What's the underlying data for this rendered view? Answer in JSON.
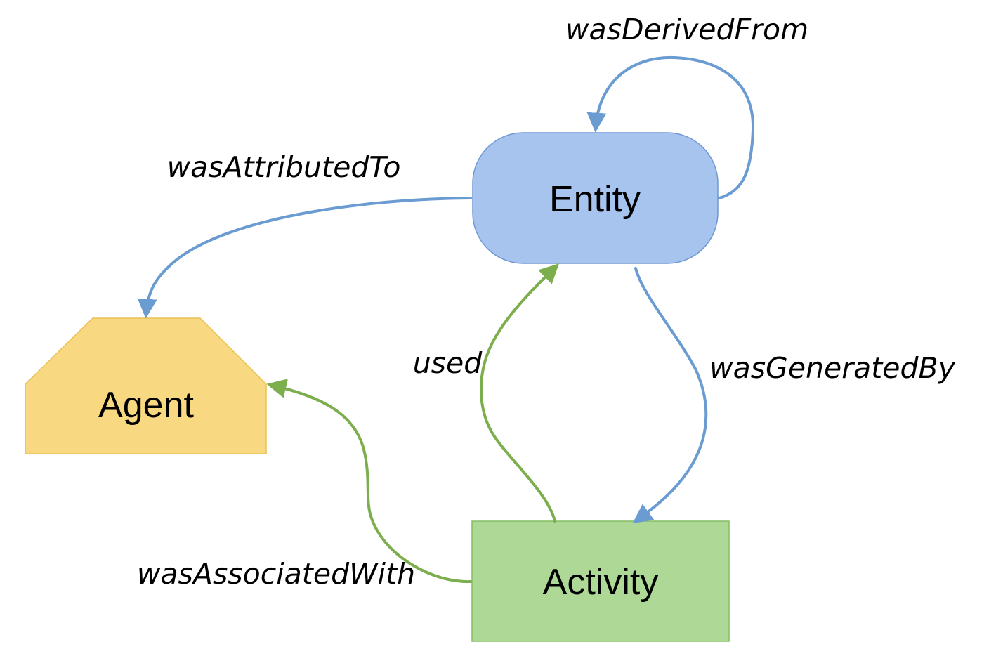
{
  "nodes": {
    "entity": {
      "label": "Entity",
      "fill": "#a7c4ef",
      "stroke": "#6d98d4"
    },
    "agent": {
      "label": "Agent",
      "fill": "#f8d880",
      "stroke": "#e9c255"
    },
    "activity": {
      "label": "Activity",
      "fill": "#aed896",
      "stroke": "#84be64"
    }
  },
  "edges": [
    {
      "id": "was-derived-from",
      "label": "wasDerivedFrom",
      "from": "Entity",
      "to": "Entity",
      "color": "#6a9bd1"
    },
    {
      "id": "was-attributed-to",
      "label": "wasAttributedTo",
      "from": "Entity",
      "to": "Agent",
      "color": "#6a9bd1"
    },
    {
      "id": "was-generated-by",
      "label": "wasGeneratedBy",
      "from": "Entity",
      "to": "Activity",
      "color": "#6a9bd1"
    },
    {
      "id": "used",
      "label": "used",
      "from": "Activity",
      "to": "Entity",
      "color": "#7cae4e"
    },
    {
      "id": "was-associated-with",
      "label": "wasAssociatedWith",
      "from": "Activity",
      "to": "Agent",
      "color": "#7cae4e"
    }
  ]
}
